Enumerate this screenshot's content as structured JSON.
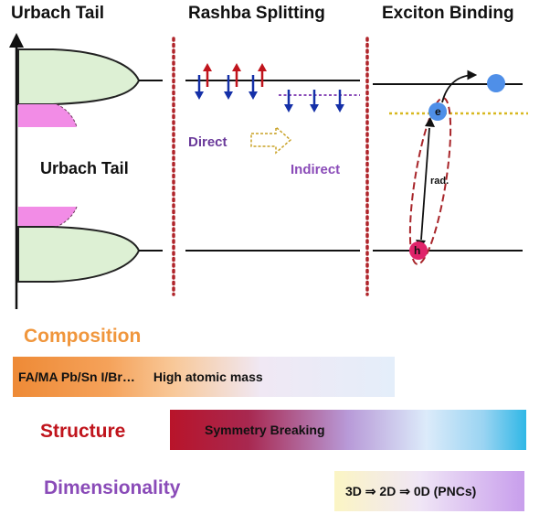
{
  "headers": {
    "urbach": "Urbach Tail",
    "rashba": "Rashba Splitting",
    "exciton": "Exciton Binding"
  },
  "urbach_mid_label": "Urbach Tail",
  "rashba": {
    "direct_label": "Direct",
    "indirect_label": "Indirect"
  },
  "exciton": {
    "electron_label": "e",
    "hole_label": "h",
    "rad_label": "rad."
  },
  "composition": {
    "title": "Composition",
    "bar_text_1": "FA/MA Pb/Sn I/Br…",
    "bar_text_2": "High atomic mass"
  },
  "structure": {
    "title": "Structure",
    "bar_text": "Symmetry  Breaking"
  },
  "dimensionality": {
    "title": "Dimensionality",
    "bar_text": "3D ⇒ 2D ⇒ 0D (PNCs)"
  },
  "colors": {
    "composition_title": "#F0963C",
    "structure_title": "#C0141C",
    "dimensionality_title": "#8A4BB8",
    "divider": "#B0242A",
    "up_arrow": "#C0141C",
    "down_arrow": "#1530A8",
    "lobe_fill": "#DDF0D4",
    "tail_fill": "#F28CE6",
    "exciton_ellipse": "#A8252A",
    "dotted_level": "#D8B820",
    "electron": "#4F8FE8",
    "hole": "#E0246A",
    "direct_text": "#6A3A9A"
  },
  "icons": [
    "electron-particle",
    "hole-particle",
    "spin-up-arrow",
    "spin-down-arrow",
    "hollow-right-arrow"
  ]
}
